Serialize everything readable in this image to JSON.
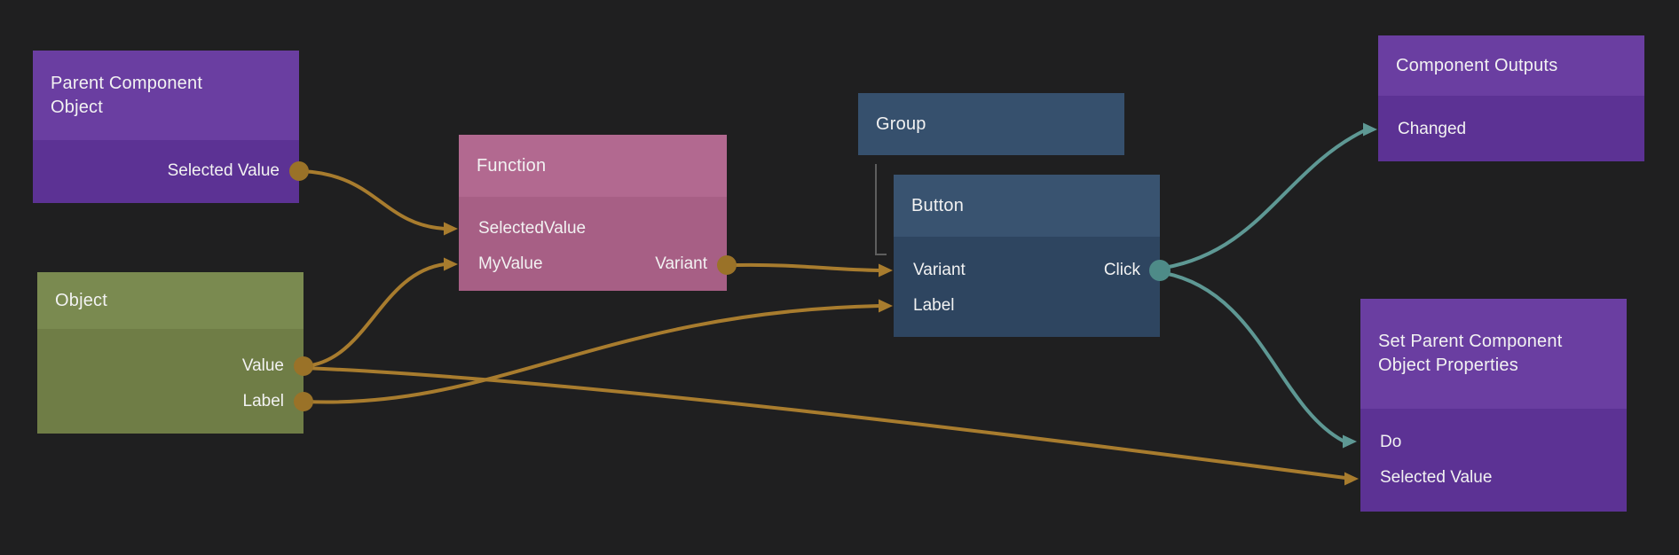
{
  "app": {
    "view": "node-graph-editor"
  },
  "colors": {
    "background": "#1F1F20",
    "wire_amber": "#A87C2E",
    "wire_teal": "#5E9894",
    "port_amber": "#9A7228",
    "port_teal": "#4E8B88",
    "hierarchy_line": "#5E5E5E",
    "node_purple_header": "#6A3EA1",
    "node_purple_body": "#5C3294",
    "node_pink_header": "#B26990",
    "node_pink_body": "#A75F85",
    "node_olive_header": "#7A8A50",
    "node_olive_body": "#6F7D46",
    "node_blue_header": "#395370",
    "node_blue_body": "#2E4560",
    "node_group": "#36506D",
    "text": "#F2F2F2"
  },
  "nodes": {
    "parent_component_object": {
      "title": "Parent Component Object",
      "outputs": {
        "selected_value": "Selected Value"
      }
    },
    "object": {
      "title": "Object",
      "outputs": {
        "value": "Value",
        "label": "Label"
      }
    },
    "function": {
      "title": "Function",
      "inputs": {
        "selected_value": "SelectedValue",
        "my_value": "MyValue"
      },
      "outputs": {
        "variant": "Variant"
      }
    },
    "group": {
      "title": "Group"
    },
    "button": {
      "title": "Button",
      "inputs": {
        "variant": "Variant",
        "label": "Label"
      },
      "outputs": {
        "click": "Click"
      }
    },
    "component_outputs": {
      "title": "Component Outputs",
      "inputs": {
        "changed": "Changed"
      }
    },
    "set_parent": {
      "title": "Set Parent Component Object Properties",
      "inputs": {
        "do": "Do",
        "selected_value": "Selected Value"
      }
    }
  },
  "connections": [
    {
      "from": "Parent Component Object.Selected Value",
      "to": "Function.SelectedValue",
      "color": "#A87C2E"
    },
    {
      "from": "Object.Value",
      "to": "Function.MyValue",
      "color": "#A87C2E"
    },
    {
      "from": "Object.Value",
      "to": "Set Parent Component Object Properties.Selected Value",
      "color": "#A87C2E"
    },
    {
      "from": "Object.Label",
      "to": "Button.Label",
      "color": "#A87C2E"
    },
    {
      "from": "Function.Variant",
      "to": "Button.Variant",
      "color": "#A87C2E"
    },
    {
      "from": "Button.Click",
      "to": "Component Outputs.Changed",
      "color": "#5E9894"
    },
    {
      "from": "Button.Click",
      "to": "Set Parent Component Object Properties.Do",
      "color": "#5E9894"
    },
    {
      "from": "Group",
      "to": "Button",
      "type": "hierarchy",
      "color": "#5E5E5E"
    }
  ]
}
